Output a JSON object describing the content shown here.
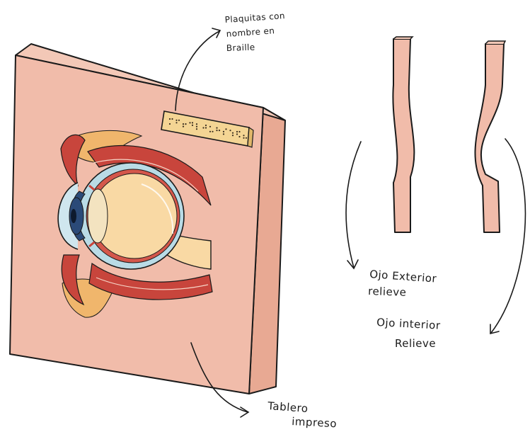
{
  "labels": {
    "braille_plaque": [
      "Plaquitas con",
      "nombre en",
      "Braille"
    ],
    "outer_eye": [
      "Ojo Exterior",
      "relieve"
    ],
    "inner_eye": [
      "Ojo interior",
      "Relieve"
    ],
    "board": [
      "Tablero",
      "impreso"
    ]
  },
  "colors": {
    "board_face": "#f1bcaa",
    "board_side": "#e8a993",
    "plaque": "#f4d594",
    "iris": "#2b4a78",
    "lens": "#f9d9a4",
    "muscle": "#c8453c",
    "sclera": "#b9dbe6",
    "fat": "#f0b66c"
  },
  "icons": [
    "braille-plaque-icon",
    "eye-cross-section-icon"
  ]
}
